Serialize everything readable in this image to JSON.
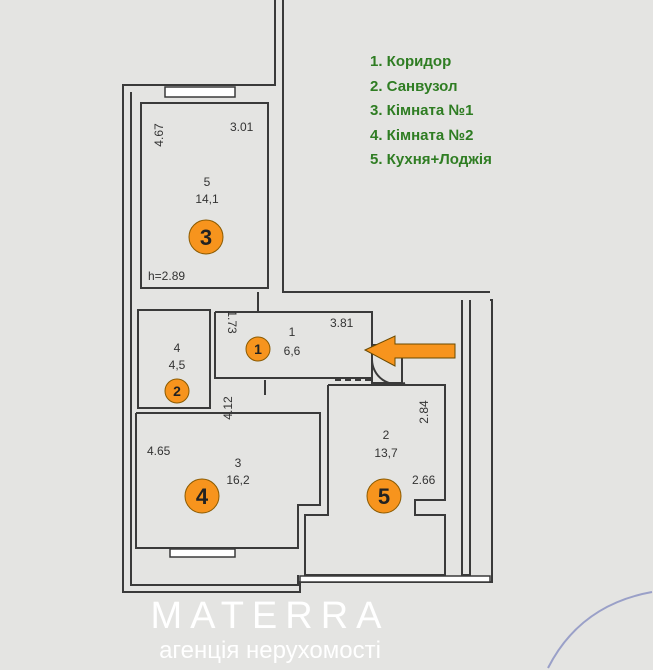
{
  "legend": [
    "1. Коридор",
    "2. Санвузол",
    "3. Кімната №1",
    "4. Кімната №2",
    "5. Кухня+Лоджія"
  ],
  "rooms": [
    {
      "marker": "3",
      "number": "5",
      "area": "14,1",
      "dims": [
        "4.67",
        "3.01"
      ],
      "height": "h=2.89"
    },
    {
      "marker": "2",
      "number": "4",
      "area": "4,5"
    },
    {
      "marker": "1",
      "number": "1",
      "area": "6,6",
      "dims": [
        "1.73",
        "3.81"
      ]
    },
    {
      "marker": "4",
      "number": "3",
      "area": "16,2",
      "dims": [
        "4.65",
        "4.12"
      ]
    },
    {
      "marker": "5",
      "number": "2",
      "area": "13,7",
      "dims": [
        "2.84",
        "2.66"
      ]
    }
  ],
  "watermark": {
    "brand": "MATERRA",
    "tagline": "агенція нерухомості"
  },
  "colors": {
    "marker": "#f7941d",
    "legend": "#2f7d23",
    "wall": "#3a3a3a",
    "entrance_arrow": "#f7941d"
  }
}
